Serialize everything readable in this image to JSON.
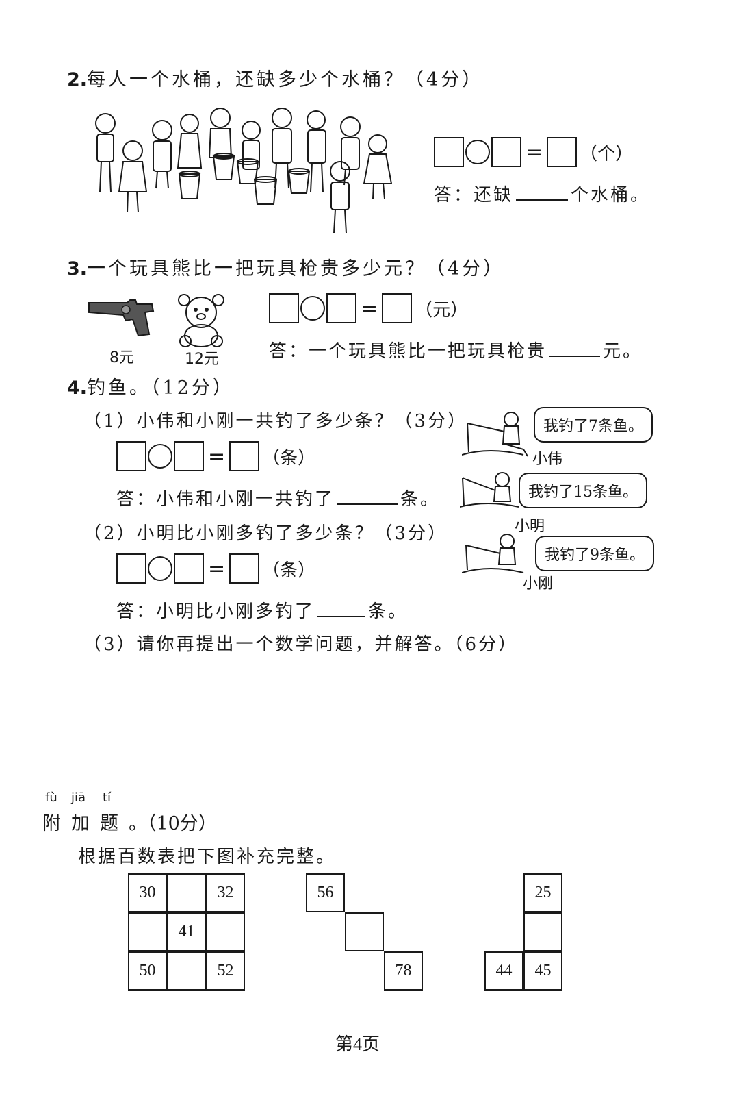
{
  "q2": {
    "num": "2.",
    "title": "每人一个水桶，还缺多少个水桶？（4分）",
    "unit": "（个）",
    "answer_before": "答：还缺",
    "answer_after": "个水桶。"
  },
  "q3": {
    "num": "3.",
    "title": "一个玩具熊比一把玩具枪贵多少元？（4分）",
    "gun_price": "8元",
    "bear_price": "12元",
    "unit": "（元）",
    "answer_before": "答：一个玩具熊比一把玩具枪贵",
    "answer_after": "元。"
  },
  "q4": {
    "num": "4.",
    "title": "钓鱼。（12分）",
    "sub1": {
      "title": "（1）小伟和小刚一共钓了多少条？（3分）",
      "unit": "（条）",
      "answer_before": "答：小伟和小刚一共钓了",
      "answer_after": "条。"
    },
    "sub2": {
      "title": "（2）小明比小刚多钓了多少条？（3分）",
      "unit": "（条）",
      "answer_before": "答：小明比小刚多钓了",
      "answer_after": "条。"
    },
    "sub3": {
      "title": "（3）请你再提出一个数学问题，并解答。（6分）"
    },
    "fishers": [
      {
        "name": "小伟",
        "speech": "我钓了7条鱼。"
      },
      {
        "name": "小明",
        "speech": "我钓了15条鱼。"
      },
      {
        "name": "小刚",
        "speech": "我钓了9条鱼。"
      }
    ]
  },
  "bonus": {
    "pinyin": [
      "fù",
      "jiā",
      "tí"
    ],
    "chars": [
      "附",
      "加",
      "题"
    ],
    "points": "。（10分）",
    "instruction": "根据百数表把下图补充完整。",
    "grid1": [
      "30",
      "",
      "32",
      "",
      "41",
      "",
      "50",
      "",
      "52"
    ],
    "grid2": [
      "56",
      "",
      "78"
    ],
    "grid3": [
      "25",
      "",
      "44",
      "45"
    ]
  },
  "footer": {
    "page": "第4页"
  }
}
